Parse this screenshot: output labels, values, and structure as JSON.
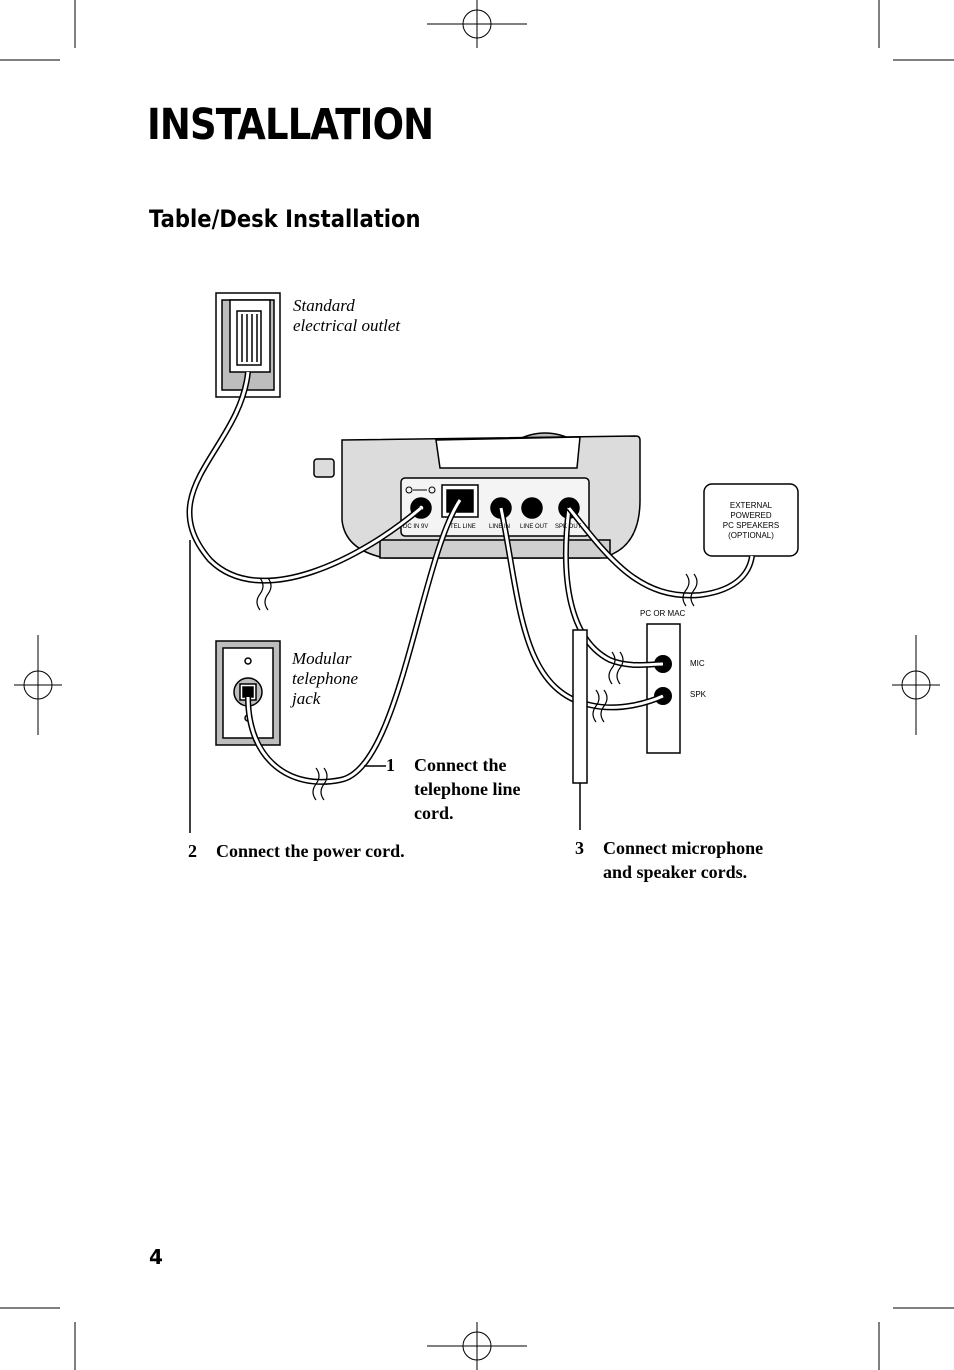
{
  "header": {
    "title": "INSTALLATION"
  },
  "section": {
    "title": "Table/Desk Installation"
  },
  "diagram": {
    "outlet_label_line1": "Standard",
    "outlet_label_line2": "electrical outlet",
    "jack_label_line1": "Modular",
    "jack_label_line2": "telephone",
    "jack_label_line3": "jack",
    "ports": [
      "DC IN 9V",
      "TEL LINE",
      "LINE IN",
      "LINE OUT",
      "SPK OUT"
    ],
    "speakers_box": [
      "EXTERNAL",
      "POWERED",
      "PC SPEAKERS",
      "(OPTIONAL)"
    ],
    "pc_title": "PC OR MAC",
    "pc_ports": [
      "MIC",
      "SPK"
    ]
  },
  "steps": [
    {
      "number": "1",
      "lines": [
        "Connect the",
        "telephone line",
        "cord."
      ]
    },
    {
      "number": "2",
      "lines": [
        "Connect the power cord."
      ]
    },
    {
      "number": "3",
      "lines": [
        "Connect microphone",
        "and speaker cords."
      ]
    }
  ],
  "footer": {
    "page_number": "4"
  }
}
